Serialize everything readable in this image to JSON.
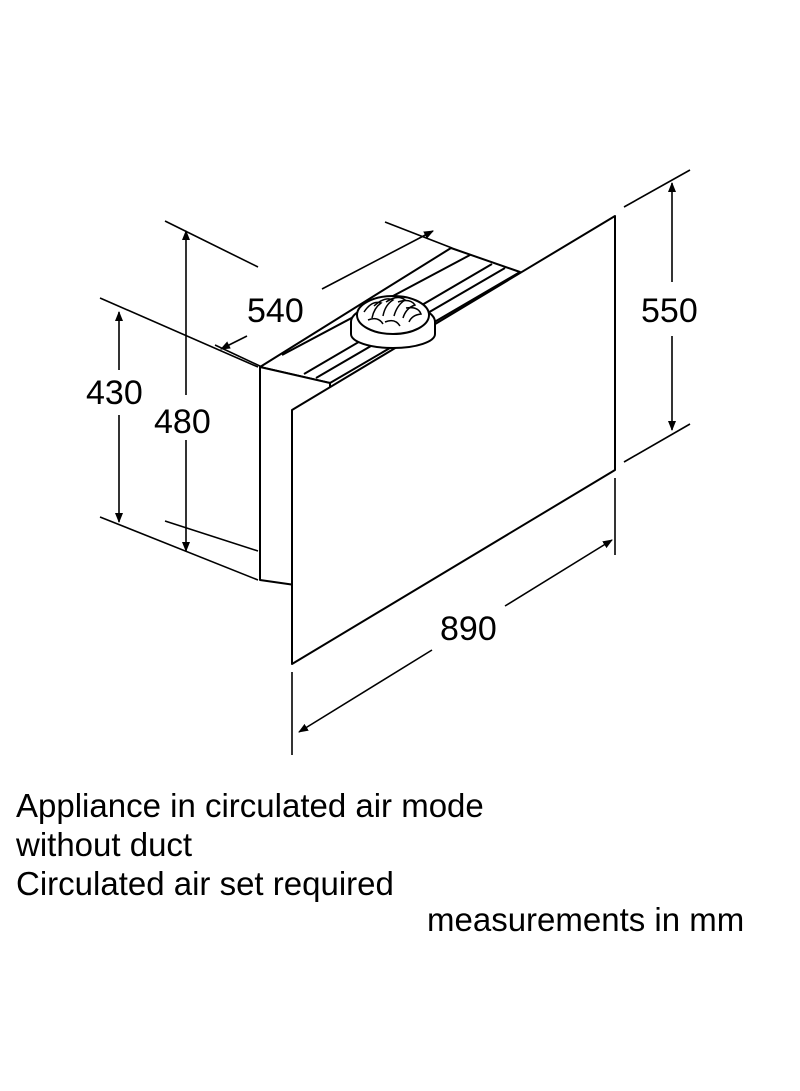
{
  "dimensions": {
    "width": "890",
    "depth": "540",
    "height_back": "550",
    "height_body": "480",
    "height_inner": "430"
  },
  "caption": {
    "line1": "Appliance in circulated air mode",
    "line2": "without duct",
    "line3": "Circulated air set required"
  },
  "units_note": "measurements in mm"
}
